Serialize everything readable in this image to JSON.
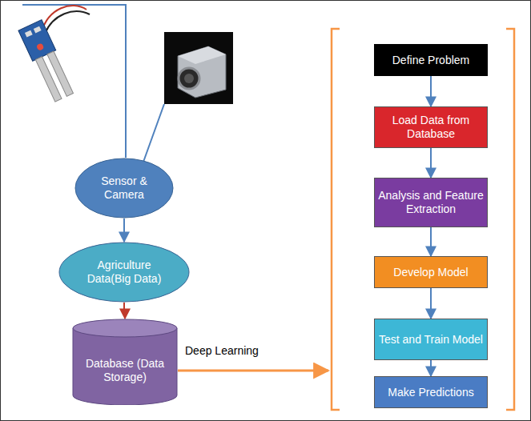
{
  "diagram": {
    "nodes": [
      {
        "text": [
          "Sensor & Camera"
        ]
      },
      {
        "text": [
          "Agriculture Data(Big Data)"
        ]
      },
      {
        "text": [
          "Database (Data Storage)"
        ]
      },
      {
        "text": [
          "Define Problem"
        ]
      },
      {
        "text": [
          "Load Data from Database"
        ]
      },
      {
        "text": [
          "Analysis and Feature Extraction"
        ]
      },
      {
        "text": [
          "Develop Model"
        ]
      },
      {
        "text": [
          "Test and Train Model"
        ]
      },
      {
        "text": [
          "Make Predictions"
        ]
      }
    ],
    "edges": [
      {
        "from": 0,
        "to": 1,
        "arrow": "to"
      },
      {
        "from": 1,
        "to": 2,
        "arrow": "to"
      },
      {
        "from": 3,
        "to": 4,
        "arrow": "to"
      },
      {
        "from": 4,
        "to": 5,
        "arrow": "to"
      },
      {
        "from": 5,
        "to": 6,
        "arrow": "to"
      },
      {
        "from": 6,
        "to": 7,
        "arrow": "to"
      },
      {
        "from": 7,
        "to": 8,
        "arrow": "to"
      }
    ],
    "labels": [
      "Deep Learning"
    ]
  }
}
